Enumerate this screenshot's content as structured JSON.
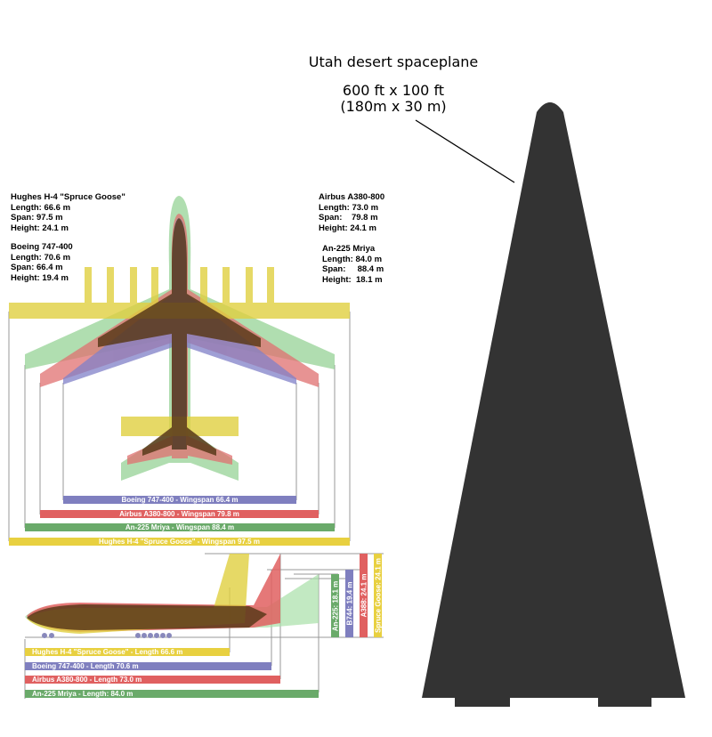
{
  "spaceplane": {
    "title": "Utah desert spaceplane",
    "dims_line1": "600 ft x 100 ft",
    "dims_line2": "(180m x 30 m)"
  },
  "aircraft_specs": {
    "spruce_goose": [
      "Hughes H-4 \"Spruce Goose\"",
      "Length: 66.6 m",
      "Span: 97.5 m",
      "Height: 24.1 m"
    ],
    "b747": [
      "Boeing 747-400",
      "Length: 70.6 m",
      "Span: 66.4 m",
      "Height: 19.4 m"
    ],
    "a380": [
      "Airbus A380-800",
      "Length: 73.0 m",
      "Span:    79.8 m",
      "Height: 24.1 m"
    ],
    "an225": [
      "An-225 Mriya",
      "Length: 84.0 m",
      "Span:     88.4 m",
      "Height:  18.1 m"
    ]
  },
  "wingspan_bars": [
    {
      "label": "Boeing 747-400 - Wingspan 66.4 m",
      "value": 66.4,
      "color": "#7f7fbf"
    },
    {
      "label": "Airbus A380-800 - Wingspan 79.8 m",
      "value": 79.8,
      "color": "#e06060"
    },
    {
      "label": "An-225 Mriya - Wingspan 88.4 m",
      "value": 88.4,
      "color": "#6aaa6a"
    },
    {
      "label": "Hughes H-4 \"Spruce Goose\" - Wingspan 97.5 m",
      "value": 97.5,
      "color": "#e8d040"
    }
  ],
  "length_bars": [
    {
      "label": "Hughes H-4 \"Spruce Goose\" - Length 66.6 m",
      "value": 66.6,
      "color": "#e8d040"
    },
    {
      "label": "Boeing 747-400 - Length 70.6 m",
      "value": 70.6,
      "color": "#7f7fbf"
    },
    {
      "label": "Airbus A380-800 - Length 73.0 m",
      "value": 73.0,
      "color": "#e06060"
    },
    {
      "label": "An-225 Mriya - Length: 84.0 m",
      "value": 84.0,
      "color": "#6aaa6a"
    }
  ],
  "height_bars": [
    {
      "label": "An-225: 18.1 m",
      "value": 18.1,
      "color": "#6aaa6a"
    },
    {
      "label": "B744: 19.4 m",
      "value": 19.4,
      "color": "#7f7fbf"
    },
    {
      "label": "A388: 24.1 m",
      "value": 24.1,
      "color": "#e06060"
    },
    {
      "label": "Spruce Goose: 24.1 m",
      "value": 24.1,
      "color": "#e8d040"
    }
  ]
}
